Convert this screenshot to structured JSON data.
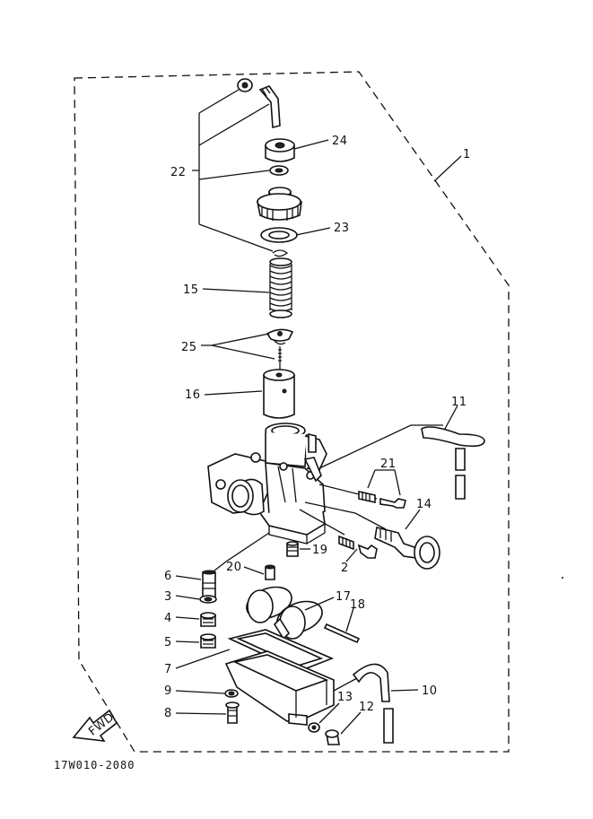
{
  "callouts": [
    "1",
    "2",
    "3",
    "4",
    "5",
    "6",
    "7",
    "8",
    "9",
    "10",
    "11",
    "12",
    "13",
    "14",
    "15",
    "16",
    "17",
    "18",
    "19",
    "20",
    "21",
    "22",
    "23",
    "24",
    "25"
  ],
  "fwd_label": "FWD",
  "drawing_code": "17W010-2080",
  "colors": {
    "ink": "#111111",
    "paper": "#ffffff"
  }
}
